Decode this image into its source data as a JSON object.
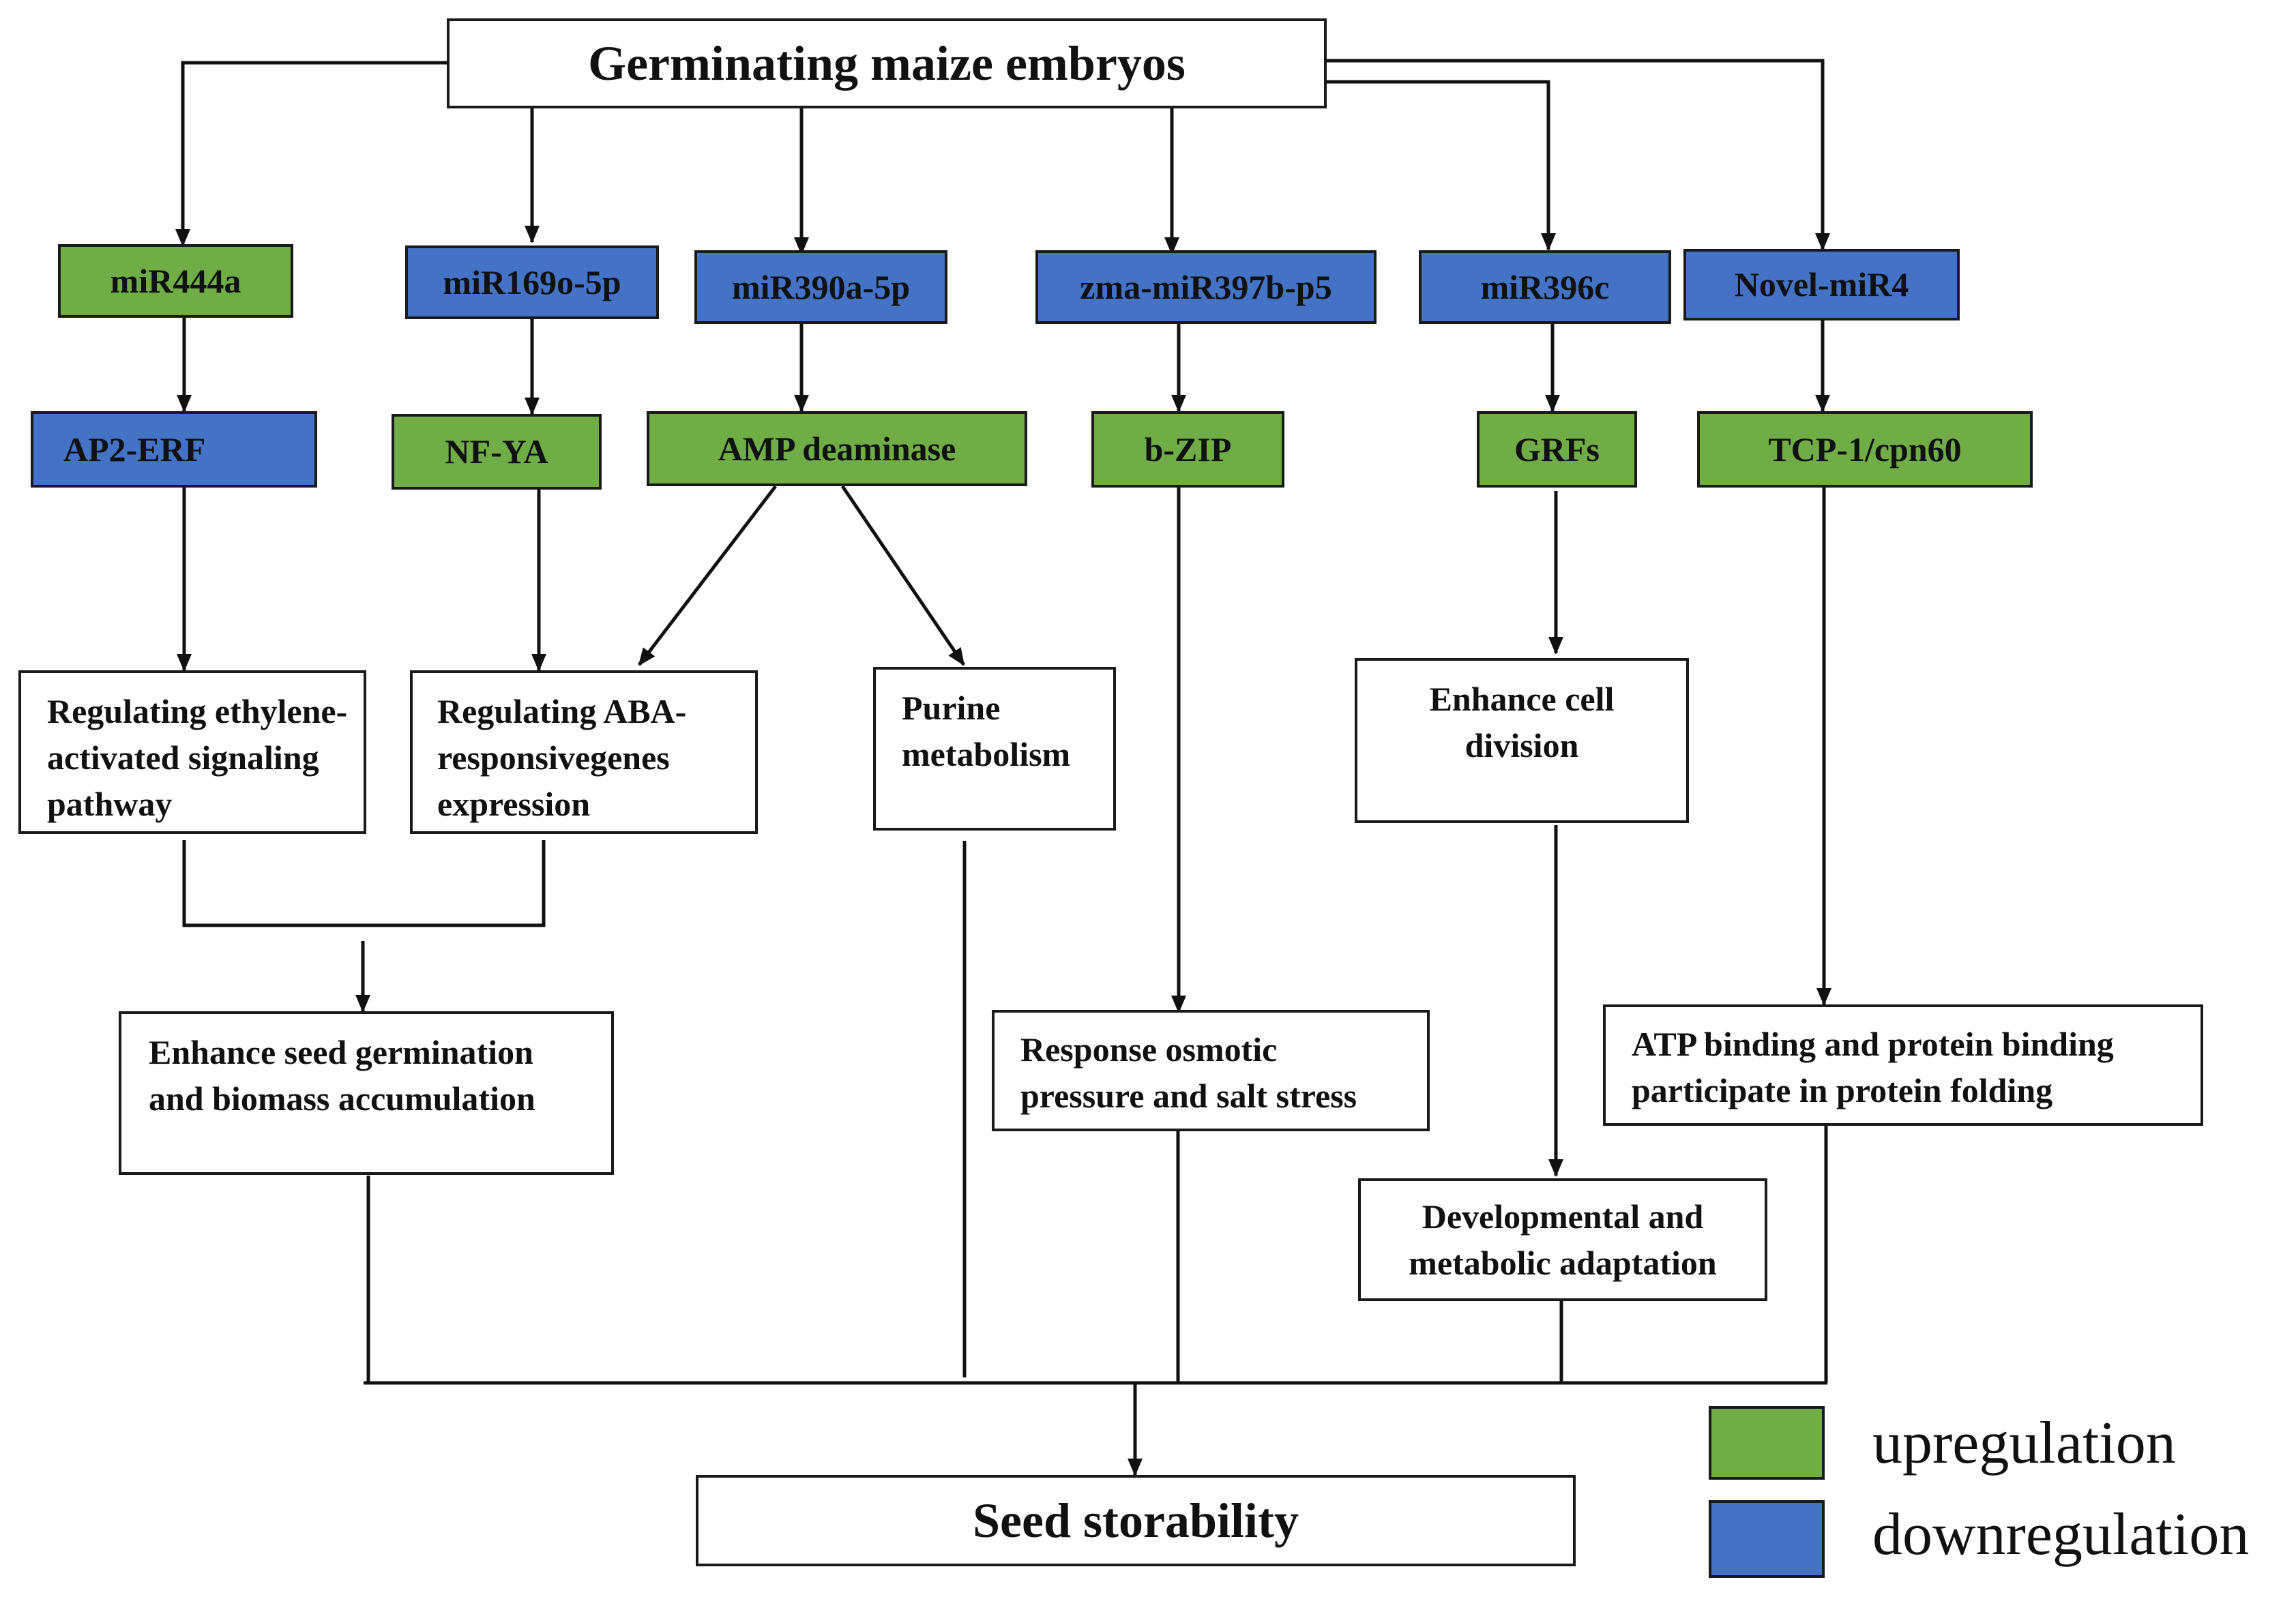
{
  "root": "Germinating maize embryos",
  "mirnas": [
    {
      "name": "miR444a",
      "regulation": "upregulation"
    },
    {
      "name": "miR169o-5p",
      "regulation": "downregulation"
    },
    {
      "name": "miR390a-5p",
      "regulation": "downregulation"
    },
    {
      "name": "zma-miR397b-p5",
      "regulation": "downregulation"
    },
    {
      "name": "miR396c",
      "regulation": "downregulation"
    },
    {
      "name": "Novel-miR4",
      "regulation": "downregulation"
    }
  ],
  "targets": [
    {
      "name": "AP2-ERF",
      "regulation": "downregulation"
    },
    {
      "name": "NF-YA",
      "regulation": "upregulation"
    },
    {
      "name": "AMP deaminase",
      "regulation": "upregulation"
    },
    {
      "name": "b-ZIP",
      "regulation": "upregulation"
    },
    {
      "name": "GRFs",
      "regulation": "upregulation"
    },
    {
      "name": "TCP-1/cpn60",
      "regulation": "upregulation"
    }
  ],
  "processes": {
    "ethylene": "Regulating ethylene-activated signaling pathway",
    "aba": "Regulating ABA-responsivegenes expression",
    "purine": "Purine metabolism",
    "cell_division": "Enhance cell division",
    "germination": "Enhance seed germination and biomass accumulation",
    "osmotic": "Response osmotic pressure and salt stress",
    "atp": "ATP binding and protein binding participate in protein folding",
    "developmental": "Developmental and metabolic adaptation"
  },
  "outcome": "Seed storability",
  "legend": [
    {
      "label": "upregulation",
      "color": "#70ad47"
    },
    {
      "label": "downregulation",
      "color": "#4472c4"
    }
  ]
}
